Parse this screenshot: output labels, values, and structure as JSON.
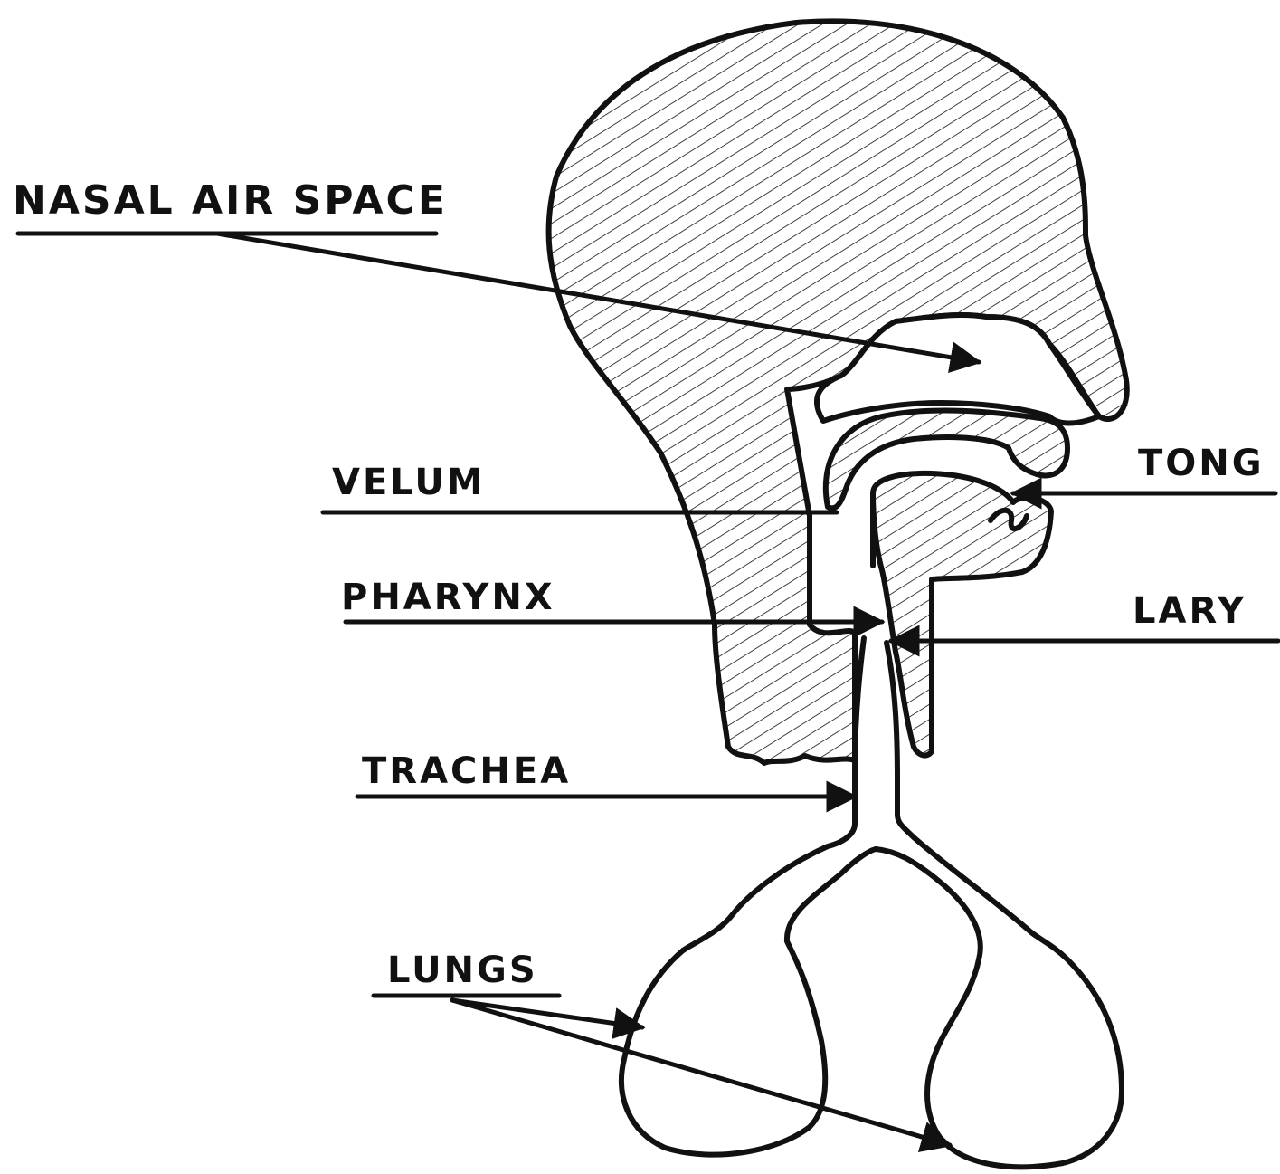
{
  "labels": {
    "nasal_air_space": "NASAL AIR SPACE",
    "velum": "VELUM",
    "pharynx": "PHARYNX",
    "trachea": "TRACHEA",
    "lungs": "LUNGS",
    "tongue": "TONG",
    "larynx": "LARY"
  },
  "colors": {
    "ink": "#111111",
    "background": "#ffffff"
  }
}
